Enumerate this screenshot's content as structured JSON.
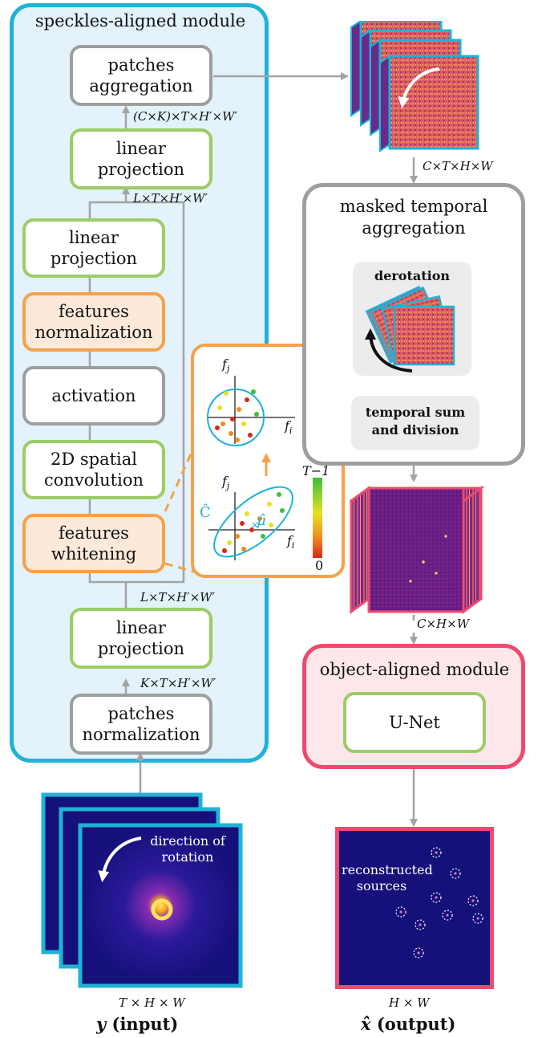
{
  "speckles_module": {
    "title": "speckles-aligned module",
    "patches_aggregation": "patches\naggregation",
    "linear_projection_top": "linear\nprojection",
    "linear_projection_inner": "linear\nprojection",
    "features_normalization": "features\nnormalization",
    "activation": "activation",
    "spatial_conv": "2D spatial\nconvolution",
    "features_whitening": "features\nwhitening",
    "linear_projection_bottom": "linear\nprojection",
    "patches_normalization": "patches\nnormalization",
    "dim_agg": "(C×K)×T×H′×W′",
    "dim_lin_top": "L×T×H′×W′",
    "dim_lin_bottom": "L×T×H′×W′",
    "dim_patches": "K×T×H′×W′"
  },
  "inset": {
    "fi": "f",
    "fi_sub": "i",
    "fj": "f",
    "fj_sub": "j",
    "cbar_top": "T−1",
    "cbar_bottom": "0",
    "cov_label": "Ĉ",
    "mu_label": "μ̂"
  },
  "masked_temporal": {
    "title": "masked temporal\naggregation",
    "derotation": "derotation",
    "temporal_sum": "temporal sum\nand division",
    "dim_in": "C×T×H×W",
    "dim_out": "C×H×W"
  },
  "object_module": {
    "title": "object-aligned module",
    "unet": "U-Net"
  },
  "input": {
    "annotation": "direction of\nrotation",
    "dims": "T × H × W",
    "label_sym": "y",
    "label_text": " (input)"
  },
  "output": {
    "annotation": "reconstructed\nsources",
    "dims": "H × W",
    "label_sym": "x̂",
    "label_text": " (output)"
  },
  "colors": {
    "speckle_border": "#1fb2d6",
    "speckle_fill": "#e3f2fb",
    "object_border": "#ec4a6f",
    "object_fill": "#fde7ea",
    "green": "#9ccc65",
    "orange": "#f5a24b",
    "gray": "#9e9e9e"
  }
}
